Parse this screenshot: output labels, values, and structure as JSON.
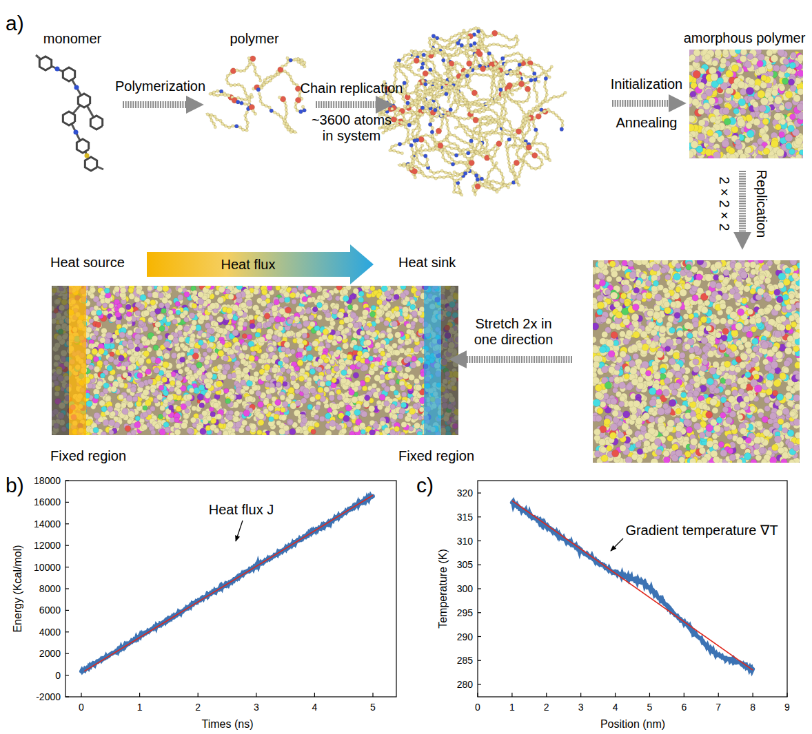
{
  "diagram": {
    "nodes": [
      {
        "text": [
          "monomer"
        ]
      },
      {
        "text": [
          "polymer"
        ]
      },
      {
        "text": [
          "amorphous polymer"
        ]
      }
    ],
    "edges": [
      {
        "from": 0,
        "to": 1,
        "arrow": "to",
        "label": "Polymerization"
      }
    ],
    "labels": [
      "a)",
      "Chain replication",
      "~3600 atoms in system",
      "Initialization",
      "Annealing",
      "2 × 2 × 2",
      "Replication",
      "Heat source",
      "Heat flux",
      "Heat sink",
      "Stretch 2x in one direction",
      "Fixed region",
      "Fixed region",
      "b)",
      "18000",
      "16000",
      "14000",
      "12000",
      "10000",
      "8000",
      "6000",
      "4000",
      "2000",
      "0",
      "-2000",
      "0",
      "1",
      "2",
      "3",
      "4",
      "5",
      "Energy (Kcal/mol)",
      "Times (ns)",
      "Heat flux J",
      "c)",
      "320",
      "315",
      "310",
      "305",
      "300",
      "295",
      "290",
      "285",
      "280",
      "0",
      "1",
      "2",
      "3",
      "4",
      "5",
      "6",
      "7",
      "8",
      "9",
      "Temperature (K)",
      "Position (nm)",
      "Gradient temperature ∇T"
    ]
  }
}
